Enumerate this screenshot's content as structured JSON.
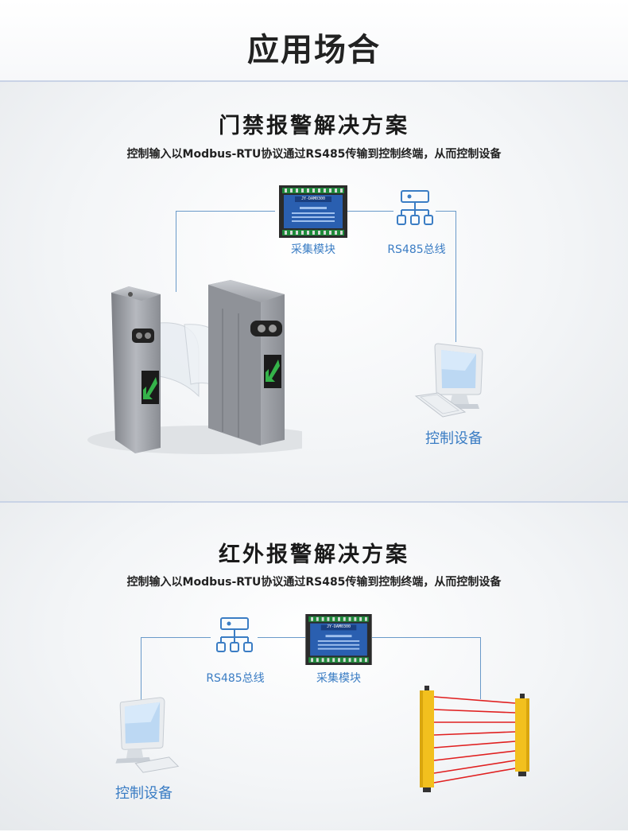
{
  "page_title": "应用场合",
  "sections": [
    {
      "title": "门禁报警解决方案",
      "subtitle": "控制输入以Modbus-RTU协议通过RS485传输到控制终端，从而控制设备",
      "module_label": "采集模块",
      "bus_label": "RS485总线",
      "device_label": "控制设备",
      "module_model": "JY-DAM0300"
    },
    {
      "title": "红外报警解决方案",
      "subtitle": "控制输入以Modbus-RTU协议通过RS485传输到控制终端，从而控制设备",
      "module_label": "采集模块",
      "bus_label": "RS485总线",
      "device_label": "控制设备",
      "module_model": "JY-DAM0300"
    }
  ],
  "colors": {
    "accent": "#3b7dc4",
    "line": "#6a9ac9",
    "module_blue": "#2a5fb0",
    "laser": "#e02020",
    "beam_post": "#f2c01e"
  }
}
